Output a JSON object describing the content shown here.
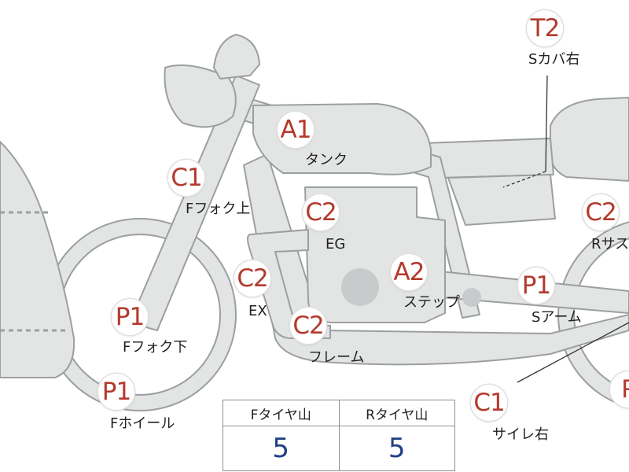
{
  "badges": {
    "t2": "T2",
    "a1": "A1",
    "c1_fork": "C1",
    "c2_eg": "C2",
    "c2_rsus": "C2",
    "c2_ex": "C2",
    "a2": "A2",
    "p1_sarm": "P1",
    "p1_ffork": "P1",
    "c2_frame": "C2",
    "p1_fwheel": "P1",
    "c1_muffler": "C1",
    "p_partial": "P"
  },
  "labels": {
    "s_cover_right": "Sカバ右",
    "tank": "タンク",
    "f_fork_upper": "Fフォク上",
    "eg": "EG",
    "r_sus": "Rサス",
    "ex": "EX",
    "step": "ステップ",
    "s_arm": "Sアーム",
    "f_fork_lower": "Fフォク下",
    "frame": "フレーム",
    "f_wheel": "Fホイール",
    "muffler_right": "サイレ右"
  },
  "tread_table": {
    "headers": [
      "Fタイヤ山",
      "Rタイヤ山"
    ],
    "values": [
      "5",
      "5"
    ]
  },
  "colors": {
    "badge_text": "#b33a2c",
    "value_text": "#1f3f86",
    "part_fill": "#e3e4e4",
    "part_outline": "#9c9fa2"
  }
}
